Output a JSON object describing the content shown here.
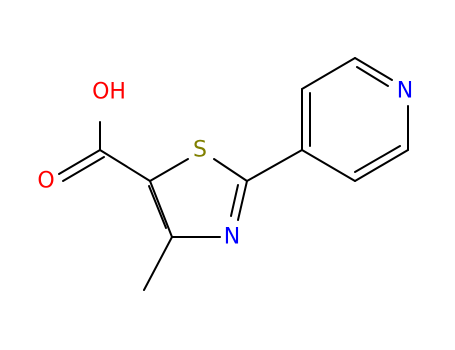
{
  "molecule": {
    "atoms": {
      "hydroxyl": {
        "label": "OH",
        "color": "#ff0000"
      },
      "carbonyl_oxygen": {
        "label": "O",
        "color": "#ff0000"
      },
      "sulfur": {
        "label": "S",
        "color": "#808000"
      },
      "thiazole_nitrogen": {
        "label": "N",
        "color": "#0000ff"
      },
      "pyridine_nitrogen": {
        "label": "N",
        "color": "#0000ff"
      }
    },
    "bond_color": "#000000",
    "background": "#ffffff"
  }
}
